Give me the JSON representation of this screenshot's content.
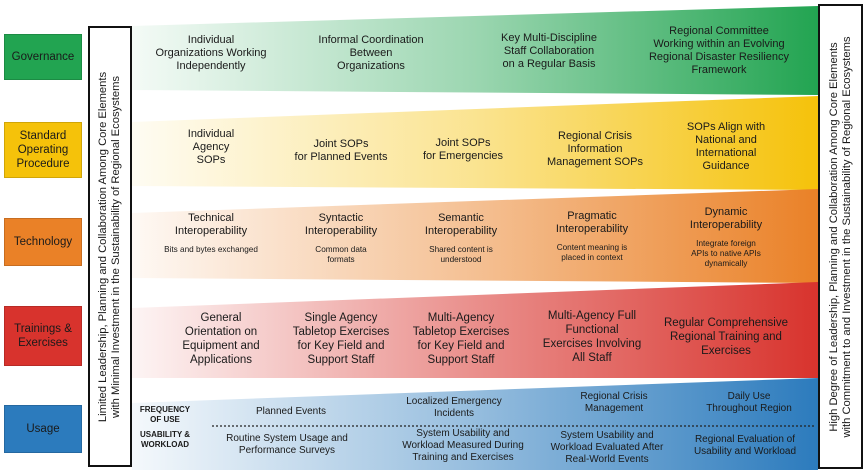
{
  "left_note": [
    "Limited Leadership, Planning and Collaboration Among Core Elements",
    "with Minimal Investment in the Sustainability of Regional Ecosystems"
  ],
  "right_note": [
    "High Degree of Leadership, Planning and Collaboration Among Core Elements",
    "with Commitment to and Investment in the Sustainability of Regional Ecosystems"
  ],
  "lanes": [
    {
      "label": "Governance",
      "color": "#22a451",
      "cells": [
        {
          "title": "Individual\nOrganizations Working\nIndependently"
        },
        {
          "title": "Informal Coordination\nBetween\nOrganizations"
        },
        {
          "title": "Key Multi-Discipline\nStaff Collaboration\non a Regular Basis"
        },
        {
          "title": "Regional Committee\nWorking within an Evolving\nRegional Disaster Resiliency\nFramework"
        }
      ]
    },
    {
      "label": "Standard\nOperating\nProcedure",
      "color": "#f5c20a",
      "cells": [
        {
          "title": "Individual\nAgency\nSOPs"
        },
        {
          "title": "Joint SOPs\nfor Planned Events"
        },
        {
          "title": "Joint SOPs\nfor Emergencies"
        },
        {
          "title": "Regional Crisis\nInformation\nManagement SOPs"
        },
        {
          "title": "SOPs Align with\nNational and\nInternational\nGuidance"
        }
      ]
    },
    {
      "label": "Technology",
      "color": "#ea8127",
      "cells": [
        {
          "title": "Technical\nInteroperability",
          "sub": "Bits and bytes exchanged"
        },
        {
          "title": "Syntactic\nInteroperability",
          "sub": "Common data\nformats"
        },
        {
          "title": "Semantic\nInteroperability",
          "sub": "Shared content is\nunderstood"
        },
        {
          "title": "Pragmatic\nInteroperability",
          "sub": "Content meaning is\nplaced in context"
        },
        {
          "title": "Dynamic\nInteroperability",
          "sub": "Integrate foreign\nAPIs to native APIs\ndynamically"
        }
      ]
    },
    {
      "label": "Trainings &\nExercises",
      "color": "#d8332d",
      "cells": [
        {
          "title": "General\nOrientation on\nEquipment and\nApplications"
        },
        {
          "title": "Single Agency\nTabletop Exercises\nfor Key Field and\nSupport Staff"
        },
        {
          "title": "Multi-Agency\nTabletop Exercises\nfor Key Field and\nSupport Staff"
        },
        {
          "title": "Multi-Agency Full\nFunctional\nExercises Involving\nAll Staff"
        },
        {
          "title": "Regular Comprehensive\nRegional Training and\nExercises"
        }
      ]
    },
    {
      "label": "Usage",
      "color": "#2c7bbd",
      "frequency_label": "FREQUENCY\nOF USE",
      "workload_label": "USABILITY &\nWORKLOAD",
      "frequency": [
        "Planned Events",
        "Localized Emergency\nIncidents",
        "Regional Crisis\nManagement",
        "Daily Use\nThroughout Region"
      ],
      "workload": [
        "Routine System Usage and\nPerformance Surveys",
        "System Usability and\nWorkload Measured During\nTraining and Exercises",
        "System Usability and\nWorkload Evaluated After\nReal-World Events",
        "Regional Evaluation of\nUsability and Workload"
      ]
    }
  ]
}
